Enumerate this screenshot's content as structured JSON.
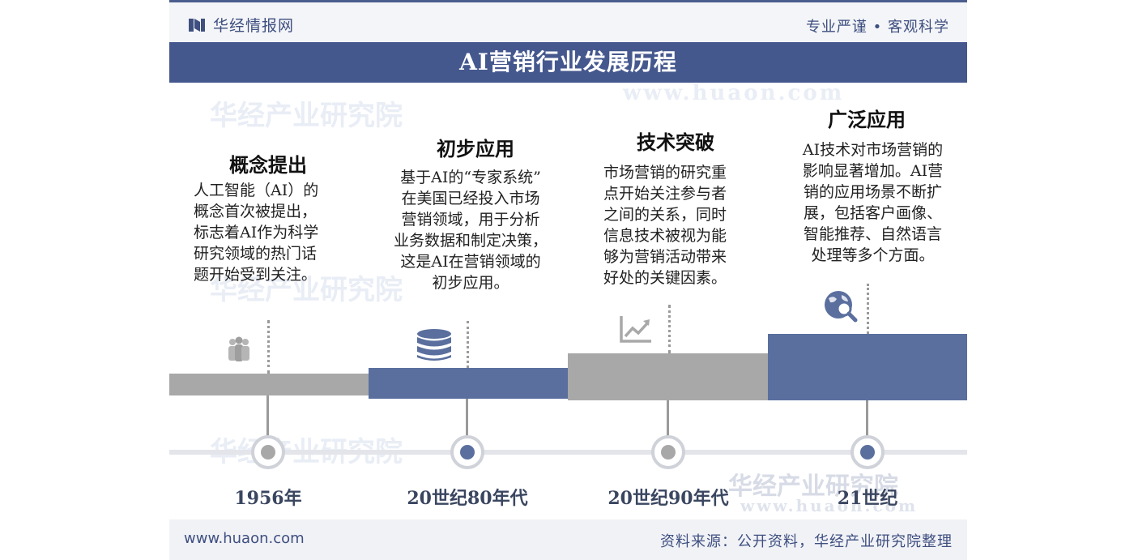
{
  "header": {
    "brand": "华经情报网",
    "slogan": "专业严谨 • 客观科学"
  },
  "title": "AI营销行业发展历程",
  "watermark": {
    "name": "华经产业研究院",
    "url": "www.huaon.com"
  },
  "stages": [
    {
      "title": "概念提出",
      "desc": [
        "人工智能（AI）的",
        "概念首次被提出，",
        "标志着AI作为科学",
        "研究领域的热门话",
        "题开始受到关注。"
      ],
      "year": "1956年",
      "icon": "people-icon",
      "block_color": "#a8a8a8",
      "dot_color": "#a8a8a8"
    },
    {
      "title": "初步应用",
      "desc": [
        "基于AI的“专家系统”",
        "在美国已经投入市场",
        "营销领域，用于分析",
        "业务数据和制定决策，",
        "这是AI在营销领域的",
        "初步应用。"
      ],
      "year": "20世纪80年代",
      "icon": "database-icon",
      "block_color": "#5a6f9e",
      "dot_color": "#5a6f9e"
    },
    {
      "title": "技术突破",
      "desc": [
        "市场营销的研究重",
        "点开始关注参与者",
        "之间的关系，同时",
        "信息技术被视为能",
        "够为营销活动带来",
        "好处的关键因素。"
      ],
      "year": "20世纪90年代",
      "icon": "trend-chart-icon",
      "block_color": "#a8a8a8",
      "dot_color": "#a8a8a8"
    },
    {
      "title": "广泛应用",
      "desc": [
        "AI技术对市场营销的",
        "影响显著增加。AI营",
        "销的应用场景不断扩",
        "展，包括客户画像、",
        "智能推荐、自然语言",
        "处理等多个方面。"
      ],
      "year": "21世纪",
      "icon": "globe-search-icon",
      "block_color": "#5a6f9e",
      "dot_color": "#5a6f9e"
    }
  ],
  "footer": {
    "website": "www.huaon.com",
    "source": "资料来源：公开资料，华经产业研究院整理"
  }
}
